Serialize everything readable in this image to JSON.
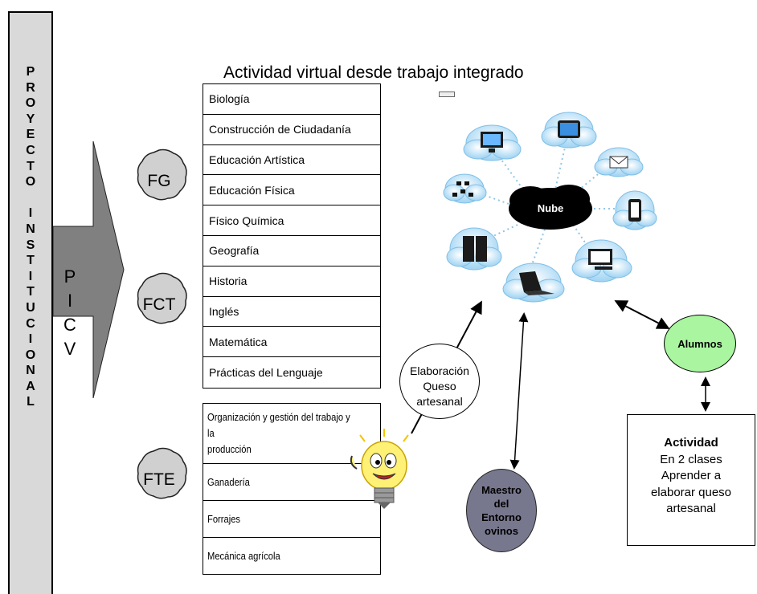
{
  "vertical_label_letters": [
    "P",
    "R",
    "O",
    "Y",
    "E",
    "C",
    "T",
    "O",
    " ",
    "I",
    "N",
    "S",
    "T",
    "I",
    "T",
    "U",
    "C",
    "I",
    "O",
    "N",
    "A",
    "L"
  ],
  "arrow_letters": [
    "P",
    "I",
    "C",
    "V"
  ],
  "circles": {
    "fg": "FG",
    "fct": "FCT",
    "fte": "FTE"
  },
  "title": "Actividad virtual desde trabajo integrado",
  "subjects_general": [
    "Biología",
    "Construcción de Ciudadanía",
    "Educación Artística",
    "Educación Física",
    "Físico Química",
    "Geografía",
    "Historia",
    "Inglés",
    "Matemática",
    "Prácticas del Lenguaje"
  ],
  "subjects_technical": [
    "Organización y gestión del trabajo y la\nproducción",
    "Ganadería",
    "Forrajes",
    "Mecánica agrícola"
  ],
  "cloud_center_label": "Nube",
  "elaboration_circle": "Elaboración\nQueso\nartesanal",
  "maestro_circle": "Maestro\ndel\nEntorno\novinos",
  "alumnos_circle": "Alumnos",
  "actividad_box": {
    "heading": "Actividad",
    "lines": [
      "En 2 clases",
      "Aprender a",
      "elaborar queso",
      "artesanal"
    ]
  },
  "colors": {
    "bar": "#d9d9d9",
    "arrow": "#808080",
    "circles": "#d0d0d0",
    "cloud": "#cfeafb",
    "cloud_center": "#000000",
    "maestro": "#77778e",
    "alumnos": "#a9f5a0",
    "bulb": "#fff176"
  },
  "icons": [
    "monitor-icon",
    "tablet-icon",
    "email-icon",
    "network-icon",
    "smartphone-icon",
    "server-icon",
    "desktop-computer-icon",
    "laptop-icon",
    "lightbulb-mascot-icon"
  ]
}
